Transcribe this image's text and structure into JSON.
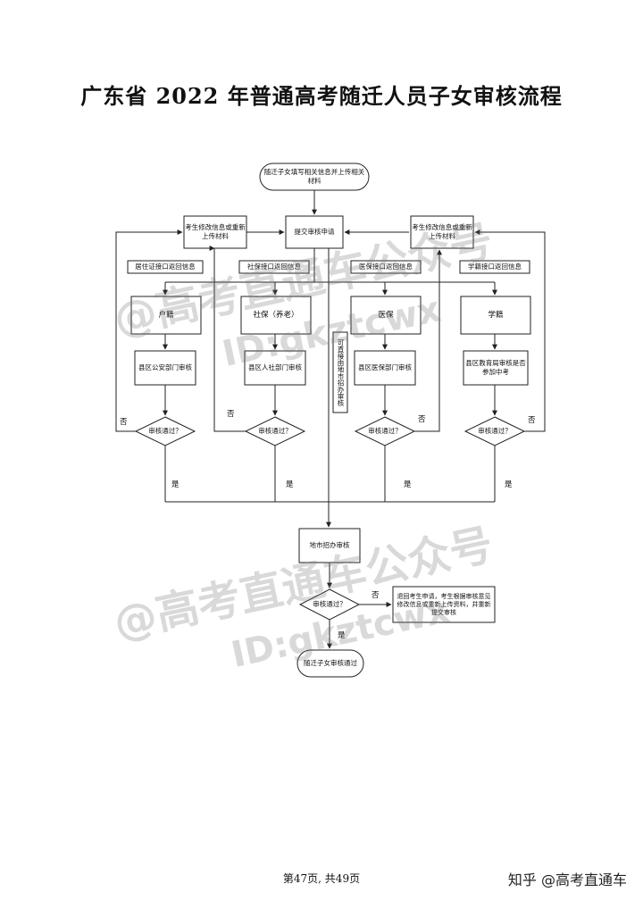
{
  "title": "广东省 2022 年普通高考随迁人员子女审核流程",
  "nodes": {
    "start": "随迁子女填写相关信息并上传相关材料",
    "modify_left": "考生修改信息或重新上传材料",
    "submit": "提交审核申请",
    "modify_right": "考生修改信息或重新上传材料",
    "port_residence": "居住证接口返回信息",
    "port_social": "社保接口返回信息",
    "port_medical": "医保接口返回信息",
    "port_school": "学籍接口返回信息",
    "hukou": "户籍",
    "social": "社保（养老）",
    "medical": "医保",
    "school": "学籍",
    "direct_city": "可直接由地市招办审核",
    "county_police": "县区公安部门审核",
    "county_hr": "县区人社部门审核",
    "county_medical": "县区医保部门审核",
    "county_edu": "县区教育局审核是否参加中考",
    "check1": "审核通过？",
    "check2": "审核通过？",
    "check3": "审核通过？",
    "check4": "审核通过？",
    "city_review": "地市招办审核",
    "check_final": "审核通过？",
    "reject_note": "退回考生申请，考生根据审核意见修改信息或重新上传资料，并重新提交审核",
    "end": "随迁子女审核通过"
  },
  "edge_labels": {
    "no1": "否",
    "no2": "否",
    "no3": "否",
    "no4": "否",
    "no_final": "否",
    "yes1": "是",
    "yes2": "是",
    "yes3": "是",
    "yes4": "是",
    "yes_final": "是"
  },
  "watermarks": [
    "@高考直通车公众号",
    "ID:gkztcwx",
    "@高考直通车公众号",
    "ID:gkztcwx"
  ],
  "footer": {
    "page": "第47页, 共49页",
    "brand": "知乎 @高考直通车"
  }
}
